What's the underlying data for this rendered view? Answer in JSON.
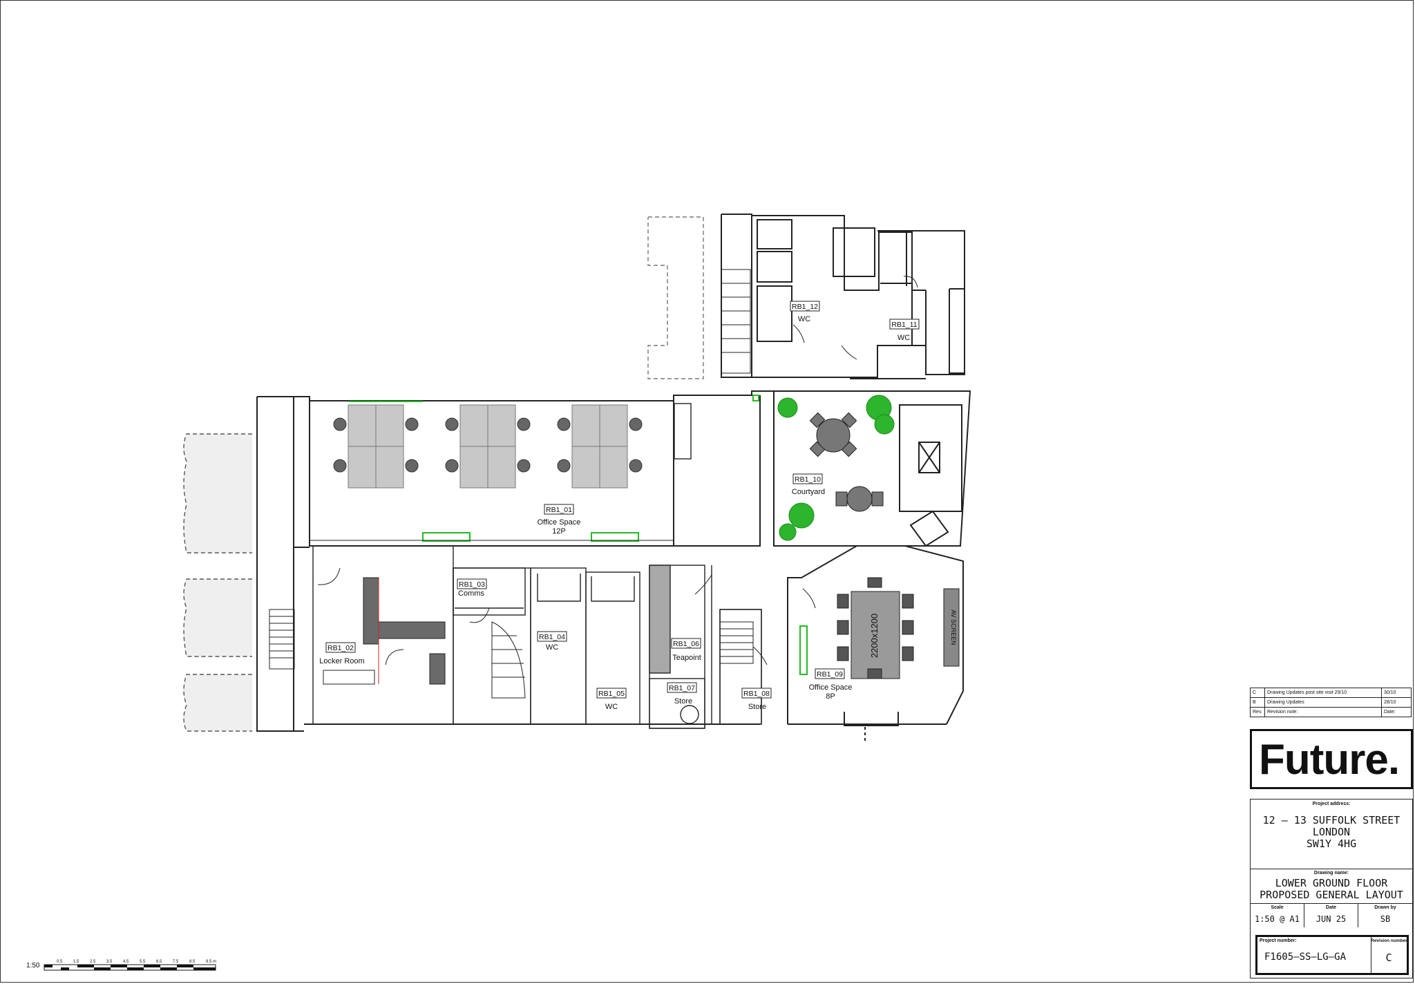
{
  "rooms": [
    {
      "code": "RB1_01",
      "name": "Office Space",
      "sub": "12P"
    },
    {
      "code": "RB1_02",
      "name": "Locker Room",
      "sub": ""
    },
    {
      "code": "RB1_03",
      "name": "Comms",
      "sub": ""
    },
    {
      "code": "RB1_04",
      "name": "WC",
      "sub": ""
    },
    {
      "code": "RB1_05",
      "name": "WC",
      "sub": ""
    },
    {
      "code": "RB1_06",
      "name": "Teapoint",
      "sub": ""
    },
    {
      "code": "RB1_07",
      "name": "Store",
      "sub": ""
    },
    {
      "code": "RB1_08",
      "name": "Store",
      "sub": ""
    },
    {
      "code": "RB1_09",
      "name": "Office Space",
      "sub": "8P"
    },
    {
      "code": "RB1_10",
      "name": "Courtyard",
      "sub": ""
    },
    {
      "code": "RB1_11",
      "name": "WC",
      "sub": ""
    },
    {
      "code": "RB1_12",
      "name": "WC",
      "sub": ""
    }
  ],
  "annotations": {
    "table_size": "2200x1200",
    "av_screen": "AV SCREEN"
  },
  "revisions": [
    {
      "rev": "C",
      "note": "Drawing Updates post site visit 29/10",
      "date": "30/10"
    },
    {
      "rev": "B",
      "note": "Drawing Updates",
      "date": "28/10"
    }
  ],
  "revision_header": {
    "rev": "Rev.",
    "note": "Revision note:",
    "date": "Date:"
  },
  "logo": "Future.",
  "title_block": {
    "address_caption": "Project address:",
    "address_lines": [
      "12 – 13 SUFFOLK STREET",
      "LONDON",
      "SW1Y 4HG"
    ],
    "drawing_caption": "Drawing name:",
    "drawing_lines": [
      "LOWER GROUND FLOOR",
      "PROPOSED GENERAL LAYOUT"
    ],
    "scale_caption": "Scale",
    "scale_value": "1:50 @ A1",
    "date_caption": "Date",
    "date_value": "JUN 25",
    "drawn_caption": "Drawn by",
    "drawn_value": "SB",
    "project_caption": "Project number:",
    "project_value": "F1605–SS–LG–GA",
    "rev_caption": "Revision number:",
    "rev_value": "C"
  },
  "scale_bar": {
    "label": "1:50",
    "ticks": [
      "0.5",
      "1.5",
      "2.5",
      "3.5",
      "4.5",
      "5.5",
      "6.5",
      "7.5",
      "8.5",
      "9.5"
    ],
    "unit": "m"
  },
  "colors": {
    "walls": "#222222",
    "furniture": "#9a9a9a",
    "plants": "#2db52d",
    "green_outline": "#22bb22"
  }
}
